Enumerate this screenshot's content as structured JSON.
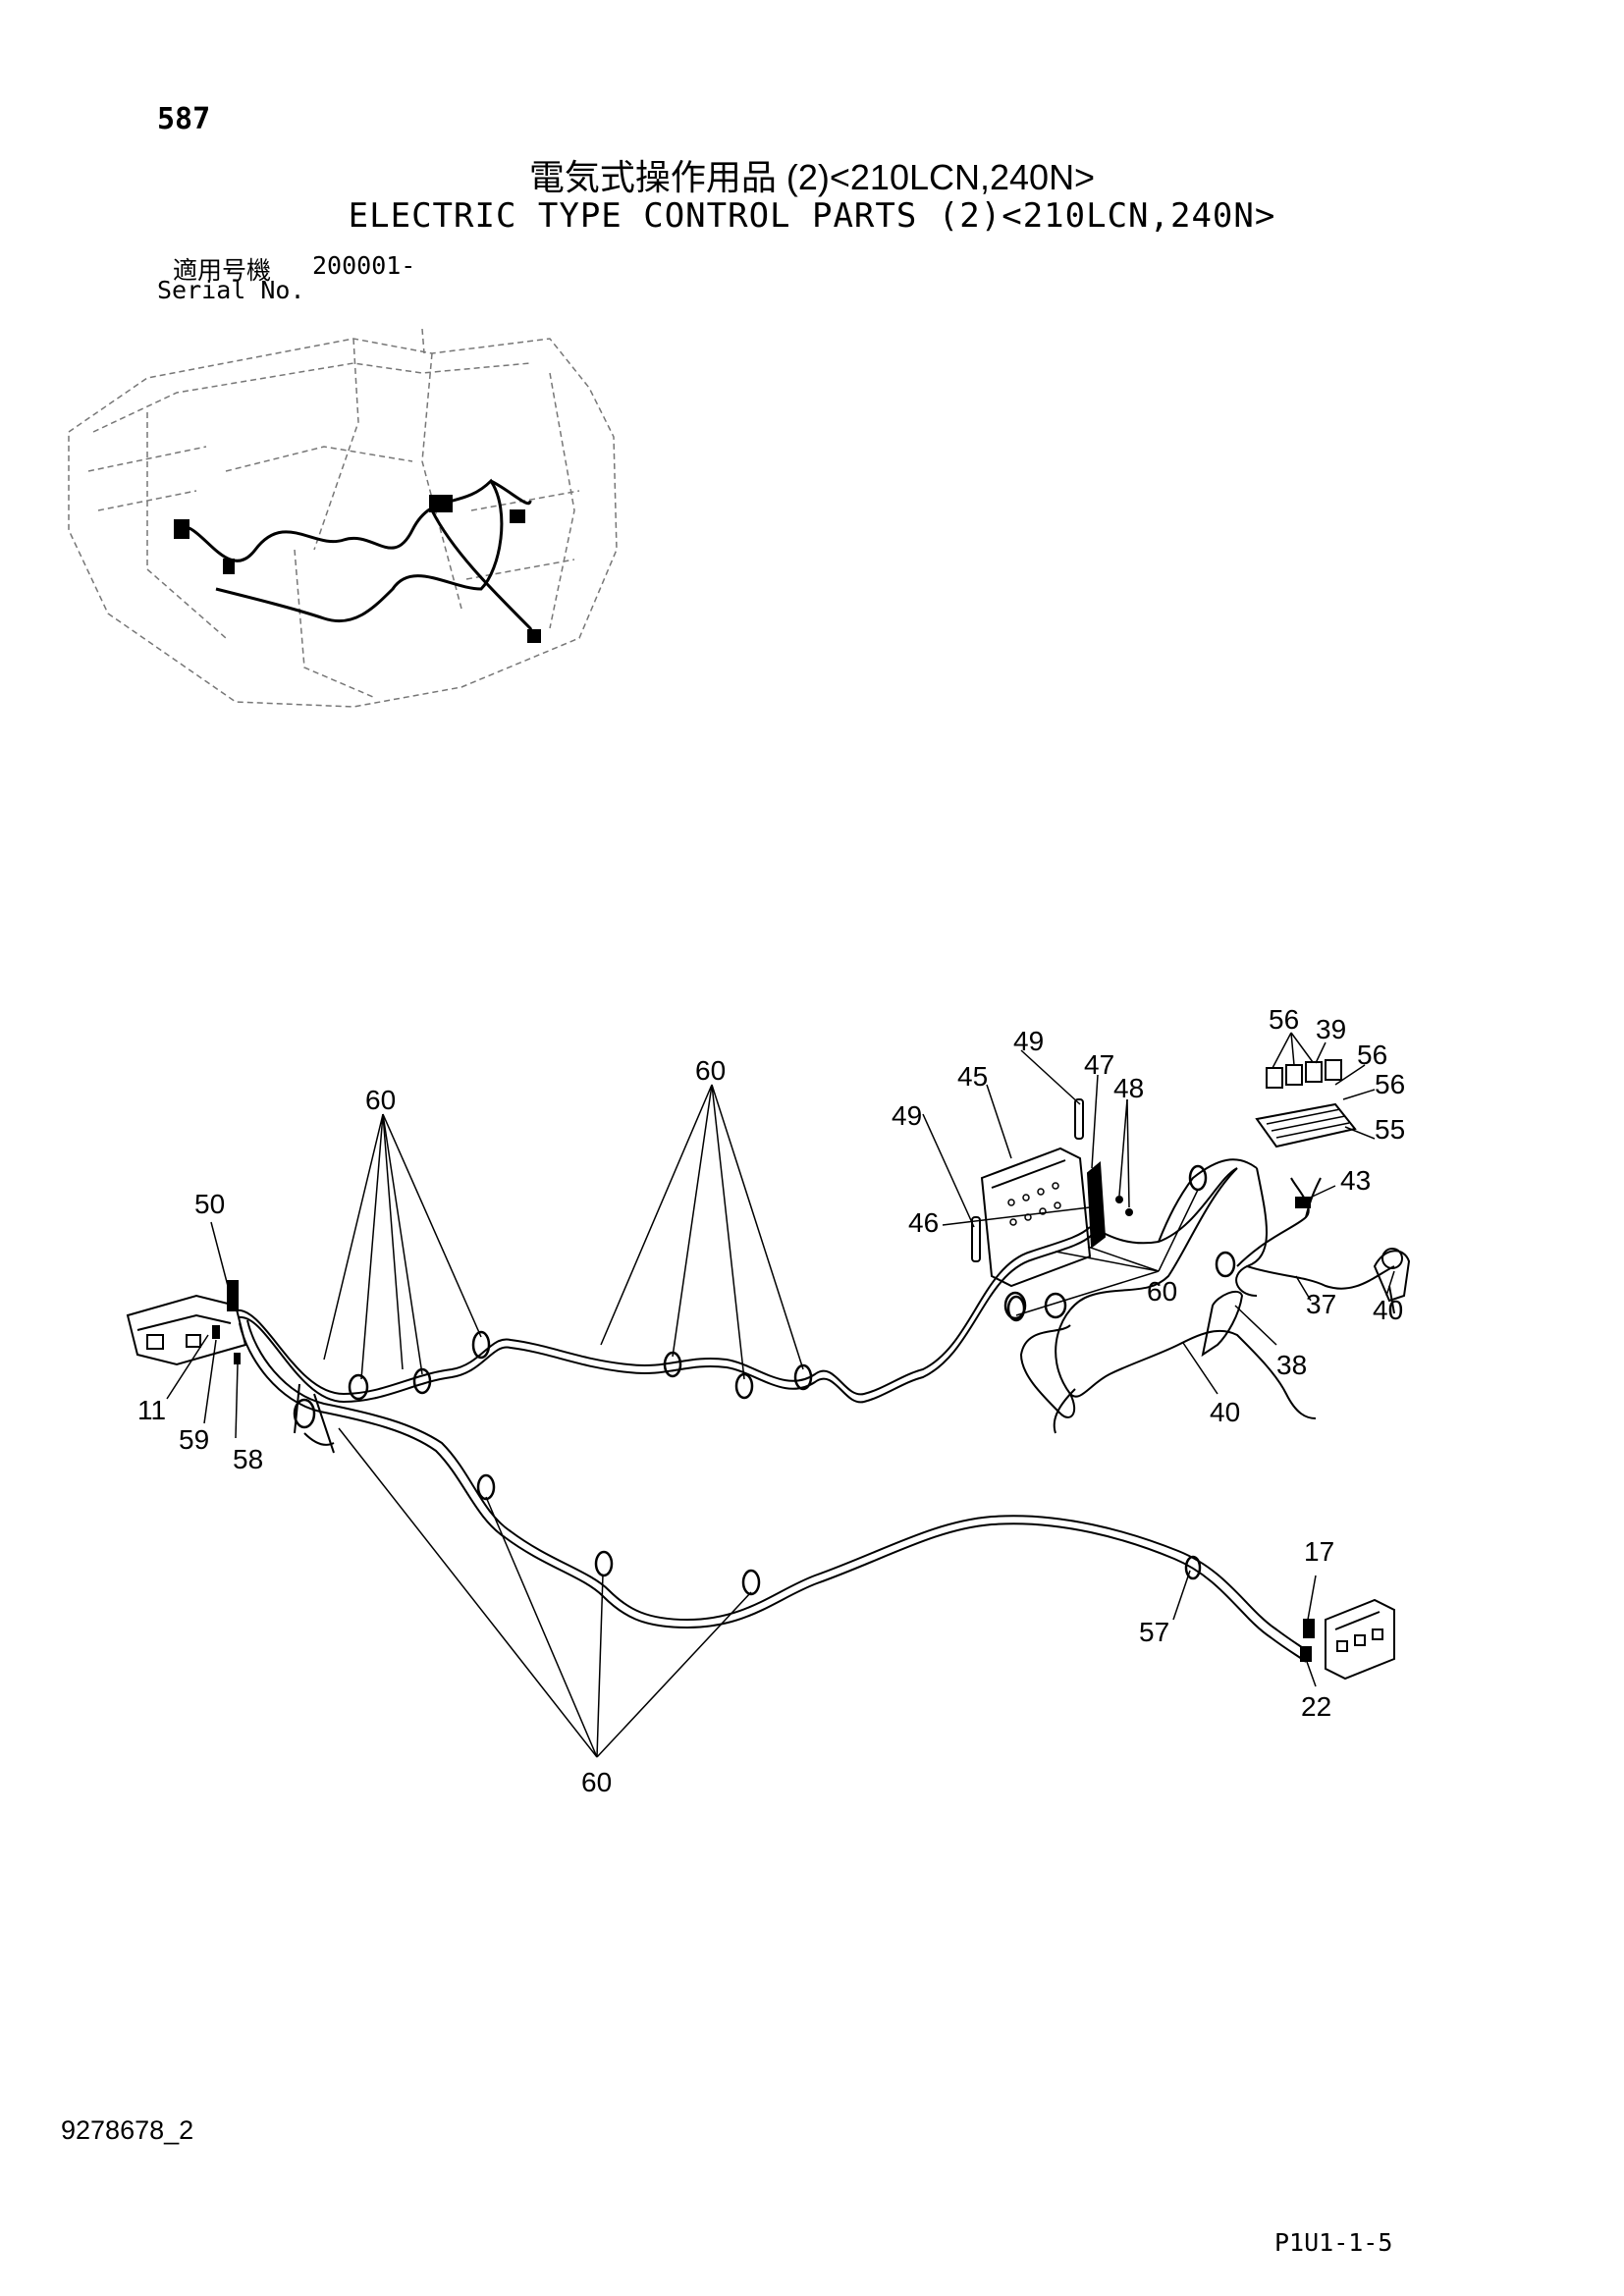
{
  "header": {
    "page_number": "587",
    "title_jp": "電気式操作用品 (2)<210LCN,240N>",
    "title_en": "ELECTRIC TYPE CONTROL PARTS (2)<210LCN,240N>",
    "serial_label_jp": "適用号機",
    "serial_range": "200001-",
    "serial_label_en": "Serial No."
  },
  "callouts": {
    "c50": "50",
    "c11": "11",
    "c59": "59",
    "c58": "58",
    "c60_left": "60",
    "c60_mid": "60",
    "c60_bottom": "60",
    "c60_right": "60",
    "c49_a": "49",
    "c45": "45",
    "c49_b": "49",
    "c47": "47",
    "c48": "48",
    "c46": "46",
    "c56_a": "56",
    "c39": "39",
    "c56_b": "56",
    "c56_c": "56",
    "c55": "55",
    "c43": "43",
    "c37": "37",
    "c40_a": "40",
    "c38": "38",
    "c40_b": "40",
    "c17": "17",
    "c57": "57",
    "c22": "22"
  },
  "footer": {
    "doc_number": "9278678_2",
    "page_code": "P1U1-1-5"
  }
}
